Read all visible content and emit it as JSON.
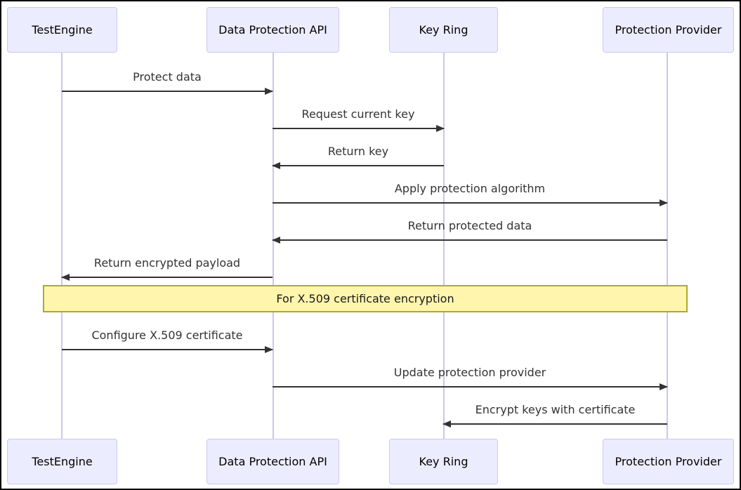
{
  "diagram": {
    "type": "sequence-diagram",
    "actors": [
      {
        "id": "testengine",
        "label": "TestEngine"
      },
      {
        "id": "data-protection-api",
        "label": "Data Protection API"
      },
      {
        "id": "key-ring",
        "label": "Key Ring"
      },
      {
        "id": "protection-provider",
        "label": "Protection Provider"
      }
    ],
    "messages": [
      {
        "from": "TestEngine",
        "to": "Data Protection API",
        "label": "Protect data",
        "line": "solid",
        "direction": "right"
      },
      {
        "from": "Data Protection API",
        "to": "Key Ring",
        "label": "Request current key",
        "line": "solid",
        "direction": "right"
      },
      {
        "from": "Key Ring",
        "to": "Data Protection API",
        "label": "Return key",
        "line": "solid",
        "direction": "left"
      },
      {
        "from": "Data Protection API",
        "to": "Protection Provider",
        "label": "Apply protection algorithm",
        "line": "solid",
        "direction": "right"
      },
      {
        "from": "Protection Provider",
        "to": "Data Protection API",
        "label": "Return protected data",
        "line": "solid",
        "direction": "left"
      },
      {
        "from": "Data Protection API",
        "to": "TestEngine",
        "label": "Return encrypted payload",
        "line": "solid",
        "direction": "left"
      },
      {
        "from": "TestEngine",
        "to": "Data Protection API",
        "label": "Configure X.509 certificate",
        "line": "solid",
        "direction": "right"
      },
      {
        "from": "Data Protection API",
        "to": "Protection Provider",
        "label": "Update protection provider",
        "line": "solid",
        "direction": "right"
      },
      {
        "from": "Protection Provider",
        "to": "Key Ring",
        "label": "Encrypt keys with certificate",
        "line": "solid",
        "direction": "left"
      }
    ],
    "note": {
      "label": "For X.509 certificate encryption",
      "span": "all actors"
    },
    "colors": {
      "actor_fill": "#ECECFF",
      "actor_border": "#CFC6F0",
      "lifeline": "#CBC7EA",
      "arrow": "#333333",
      "message_text": "#333333",
      "note_fill": "#FFF5AD",
      "note_border": "#AAAA33",
      "background": "#FFFFFF",
      "frame_border": "#000000"
    }
  }
}
